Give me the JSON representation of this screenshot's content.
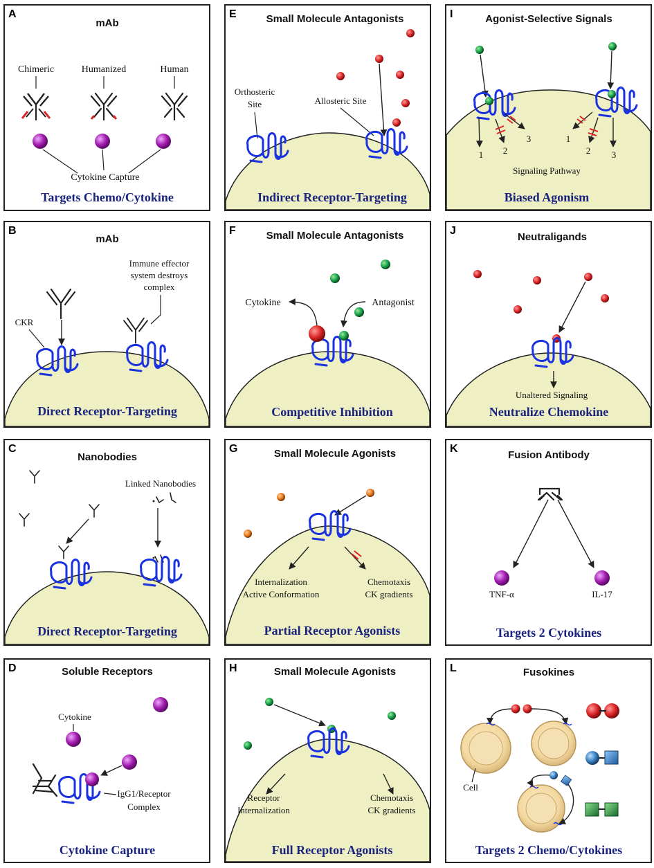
{
  "panels": {
    "A": {
      "letter": "A",
      "title": "mAb",
      "caption": "Targets Chemo/Cytokine",
      "labels": {
        "chimeric": "Chimeric",
        "humanized": "Humanized",
        "human": "Human",
        "capture": "Cytokine Capture"
      }
    },
    "B": {
      "letter": "B",
      "title": "mAb",
      "caption": "Direct Receptor-Targeting",
      "labels": {
        "ckr": "CKR",
        "immune1": "Immune effector",
        "immune2": "system destroys",
        "immune3": "complex"
      }
    },
    "C": {
      "letter": "C",
      "title": "Nanobodies",
      "caption": "Direct Receptor-Targeting",
      "labels": {
        "linked": "Linked Nanobodies"
      }
    },
    "D": {
      "letter": "D",
      "title": "Soluble Receptors",
      "caption": "Cytokine Capture",
      "labels": {
        "cytokine": "Cytokine",
        "complex1": "IgG1/Receptor",
        "complex2": "Complex"
      }
    },
    "E": {
      "letter": "E",
      "title": "Small Molecule Antagonists",
      "caption": "Indirect Receptor-Targeting",
      "labels": {
        "ortho1": "Orthosteric",
        "ortho2": "Site",
        "allo": "Allosteric Site"
      }
    },
    "F": {
      "letter": "F",
      "title": "Small Molecule Antagonists",
      "caption": "Competitive Inhibition",
      "labels": {
        "cytokine": "Cytokine",
        "antagonist": "Antagonist"
      }
    },
    "G": {
      "letter": "G",
      "title": "Small Molecule Agonists",
      "caption": "Partial Receptor Agonists",
      "labels": {
        "int1": "Internalization",
        "int2": "Active Conformation",
        "chemo1": "Chemotaxis",
        "chemo2": "CK gradients"
      }
    },
    "H": {
      "letter": "H",
      "title": "Small Molecule Agonists",
      "caption": "Full Receptor Agonists",
      "labels": {
        "rec1": "Receptor",
        "rec2": "Internalization",
        "chemo1": "Chemotaxis",
        "chemo2": "CK gradients"
      }
    },
    "I": {
      "letter": "I",
      "title": "Agonist-Selective Signals",
      "caption": "Biased Agonism",
      "labels": {
        "pathway": "Signaling Pathway",
        "n1": "1",
        "n2": "2",
        "n3": "3"
      }
    },
    "J": {
      "letter": "J",
      "title": "Neutraligands",
      "caption": "Neutralize Chemokine",
      "labels": {
        "unaltered": "Unaltered Signaling"
      }
    },
    "K": {
      "letter": "K",
      "title": "Fusion Antibody",
      "caption": "Targets 2 Cytokines",
      "labels": {
        "tnf": "TNF-α",
        "il17": "IL-17"
      }
    },
    "L": {
      "letter": "L",
      "title": "Fusokines",
      "caption": "Targets 2 Chemo/Cytokines",
      "labels": {
        "cell": "Cell"
      }
    }
  },
  "colors": {
    "receptor": "#1a32e0",
    "cell": "#efefc4",
    "caption": "#1a237e",
    "cytokine": "#a21caf",
    "red_ligand": "#dc2626",
    "green_ligand": "#16a34a",
    "orange_ligand": "#ea7a1a",
    "blue_ligand": "#3b82c4"
  }
}
